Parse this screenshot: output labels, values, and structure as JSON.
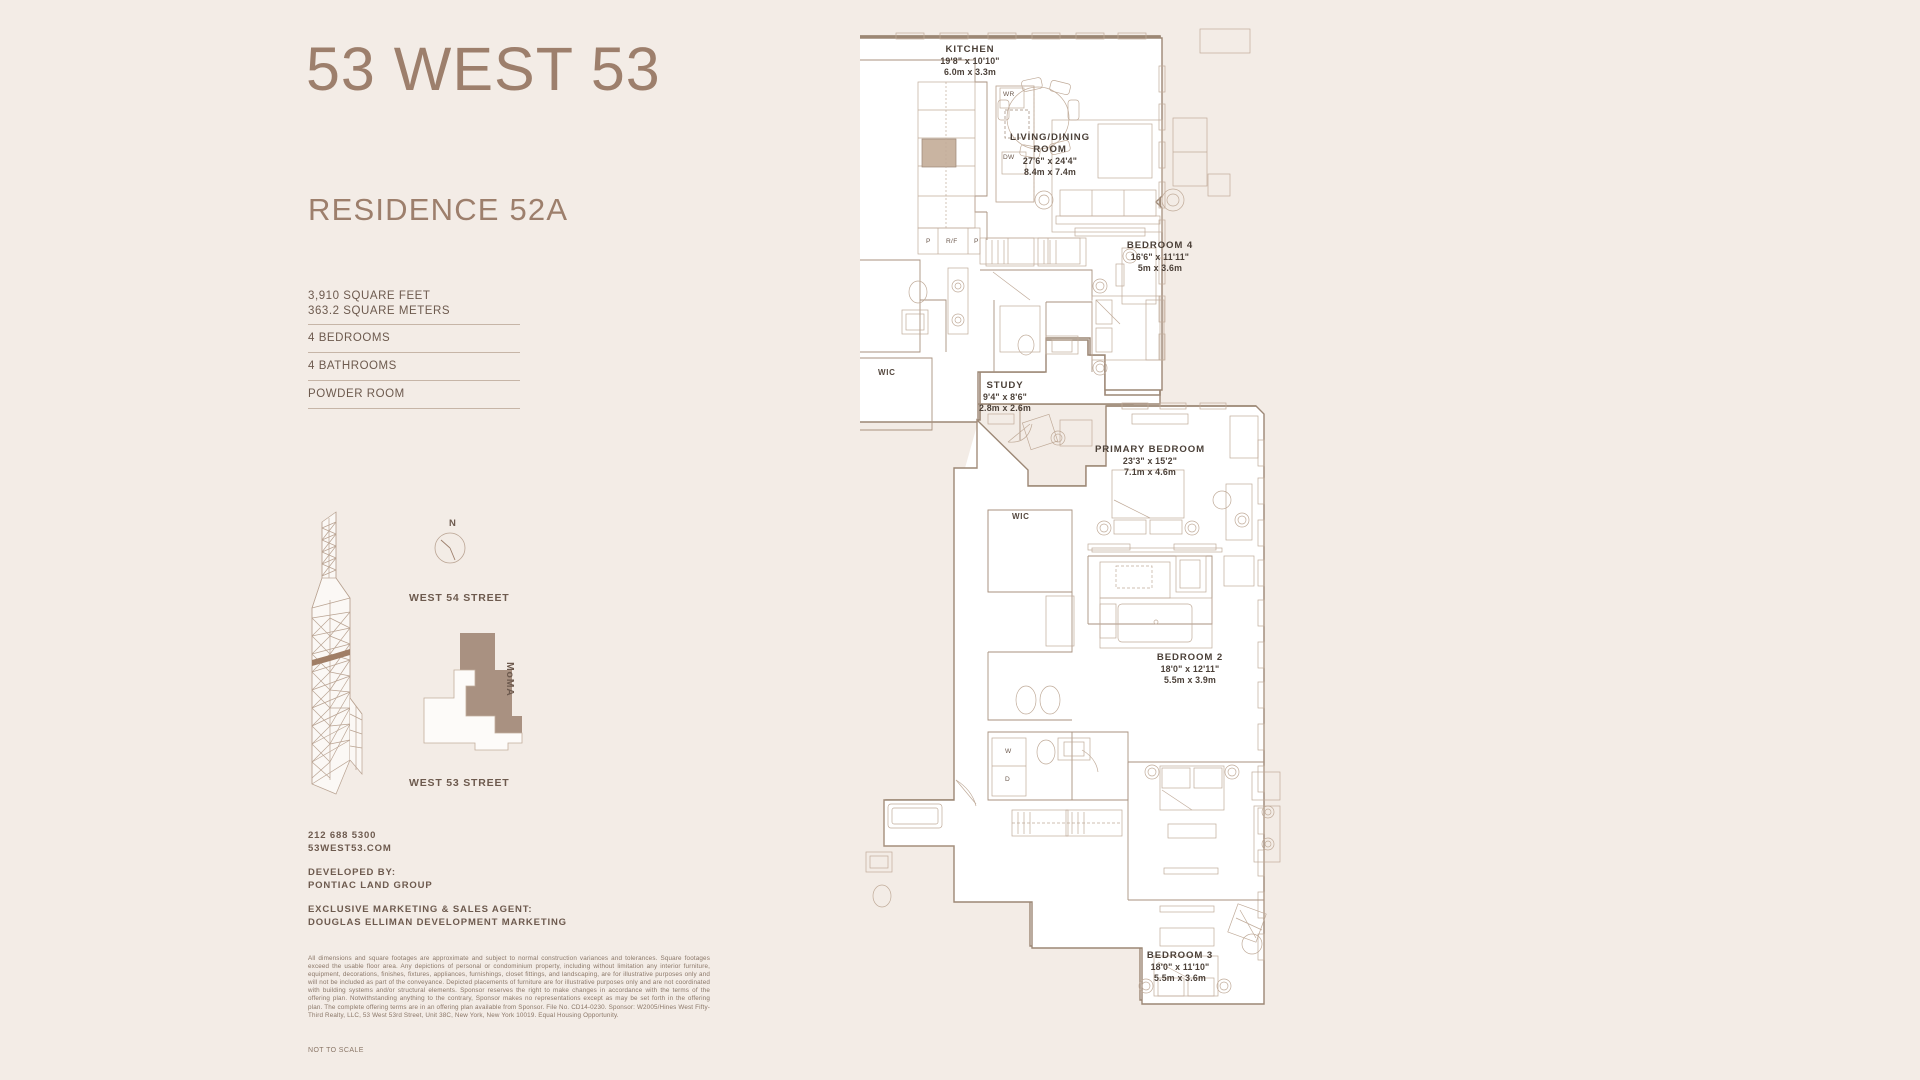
{
  "brand": {
    "title_part1": "53",
    "title_part2": "WEST",
    "title_part3": "53",
    "title_full": "53 WEST 53"
  },
  "residence": {
    "title": "RESIDENCE 52A"
  },
  "specs": {
    "square_feet": "3,910 SQUARE FEET",
    "square_meters": "363.2 SQUARE METERS",
    "bedrooms": "4 BEDROOMS",
    "bathrooms": "4 BATHROOMS",
    "powder_room": "POWDER ROOM"
  },
  "sitemap": {
    "north": "N",
    "street_north": "WEST 54 STREET",
    "street_south": "WEST 53 STREET",
    "neighbor_east": "MoMA",
    "building_color": "#a48c7b"
  },
  "contact": {
    "phone": "212 688 5300",
    "website": "53WEST53.COM",
    "developed_by_label": "DEVELOPED BY:",
    "developer": "PONTIAC LAND GROUP",
    "marketing_label": "EXCLUSIVE MARKETING & SALES AGENT:",
    "marketing_agent": "DOUGLAS ELLIMAN DEVELOPMENT MARKETING"
  },
  "legal": {
    "disclaimer": "All dimensions and square footages are approximate and subject to normal construction variances and tolerances. Square footages exceed the usable floor area. Any depictions of personal or condominium property, including without limitation any interior furniture, equipment, decorations, finishes, fixtures, appliances, furnishings, closet fittings, and landscaping, are for illustrative purposes only and will not be included as part of the conveyance. Depicted placements of furniture are for illustrative purposes only and are not coordinated with building systems and/or structural elements. Sponsor reserves the right to make changes in accordance with the terms of the offering plan. Notwithstanding anything to the contrary, Sponsor makes no representations except as may be set forth in the offering plan. The complete offering terms are in an offering plan available from Sponsor. File No. CD14-0230. Sponsor: W2005/Hines West Fifty-Third Realty, LLC, 53 West 53rd Street, Unit 38C, New York, New York 10019. Equal Housing Opportunity.",
    "not_to_scale": "NOT TO SCALE"
  },
  "plan": {
    "rooms": [
      {
        "name": "KITCHEN",
        "dim_ft": "19'8\" x 10'10\"",
        "dim_m": "6.0m x 3.3m"
      },
      {
        "name": "LIVING/DINING",
        "name2": "ROOM",
        "dim_ft": "27'6\" x 24'4\"",
        "dim_m": "8.4m x 7.4m"
      },
      {
        "name": "BEDROOM 4",
        "dim_ft": "16'6\" x 11'11\"",
        "dim_m": "5m x 3.6m"
      },
      {
        "name": "STUDY",
        "dim_ft": "9'4\" x 8'6\"",
        "dim_m": "2.8m x 2.6m"
      },
      {
        "name": "PRIMARY BEDROOM",
        "dim_ft": "23'3\" x 15'2\"",
        "dim_m": "7.1m x 4.6m"
      },
      {
        "name": "BEDROOM 2",
        "dim_ft": "18'0\" x 12'11\"",
        "dim_m": "5.5m x 3.9m"
      },
      {
        "name": "BEDROOM 3",
        "dim_ft": "18'0\" x 11'10\"",
        "dim_m": "5.5m x 3.6m"
      }
    ],
    "closets": [
      {
        "label": "WIC"
      },
      {
        "label": "WIC"
      }
    ],
    "appliances": [
      {
        "label": "WR"
      },
      {
        "label": "DW"
      },
      {
        "label": "P"
      },
      {
        "label": "R/F"
      },
      {
        "label": "P"
      },
      {
        "label": "W"
      },
      {
        "label": "D"
      }
    ]
  },
  "colors": {
    "background": "#f3ece6",
    "brand_brown": "#9d7f6c",
    "text_brown": "#6d5a4e",
    "wall_line": "#9c8775",
    "plan_fill": "#ffffff"
  }
}
